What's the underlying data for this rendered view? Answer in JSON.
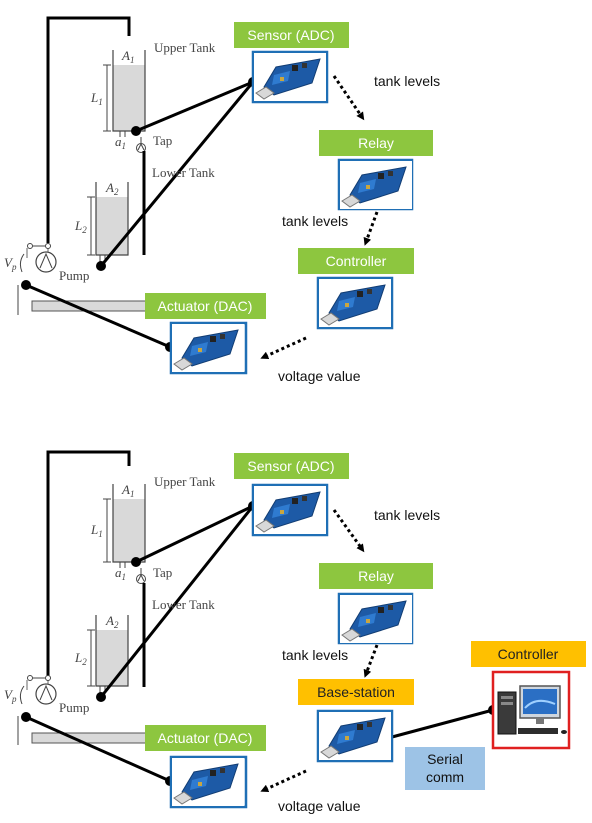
{
  "colors": {
    "green": "#8dc63f",
    "orange": "#ffc000",
    "blue_box": "#9dc3e6",
    "board_border": "#1f6fb5",
    "red_border": "#e02020"
  },
  "icons": [
    "usb-board-icon",
    "desktop-computer-icon",
    "pump-icon",
    "tap-icon"
  ],
  "top": {
    "sensor": "Sensor (ADC)",
    "relay": "Relay",
    "controller": "Controller",
    "actuator": "Actuator (DAC)",
    "tank_levels_1": "tank levels",
    "tank_levels_2": "tank levels",
    "voltage_value": "voltage value",
    "upper_tank": "Upper Tank",
    "lower_tank": "Lower Tank",
    "tap": "Tap",
    "pump": "Pump",
    "a1_area": "A",
    "a1_sub": "1",
    "a2_area": "A",
    "a2_sub": "2",
    "l1": "L",
    "l1_sub": "1",
    "l2": "L",
    "l2_sub": "2",
    "out1": "a",
    "out1_sub": "1",
    "vp": "V",
    "vp_sub": "p"
  },
  "bottom": {
    "sensor": "Sensor (ADC)",
    "relay": "Relay",
    "base_station": "Base-station",
    "controller": "Controller",
    "actuator": "Actuator (DAC)",
    "serial_comm_1": "Serial",
    "serial_comm_2": "comm",
    "tank_levels_1": "tank levels",
    "tank_levels_2": "tank levels",
    "voltage_value": "voltage value",
    "upper_tank": "Upper Tank",
    "lower_tank": "Lower Tank",
    "tap": "Tap",
    "pump": "Pump",
    "a1_area": "A",
    "a1_sub": "1",
    "a2_area": "A",
    "a2_sub": "2",
    "l1": "L",
    "l1_sub": "1",
    "l2": "L",
    "l2_sub": "2",
    "out1": "a",
    "out1_sub": "1",
    "vp": "V",
    "vp_sub": "p"
  }
}
